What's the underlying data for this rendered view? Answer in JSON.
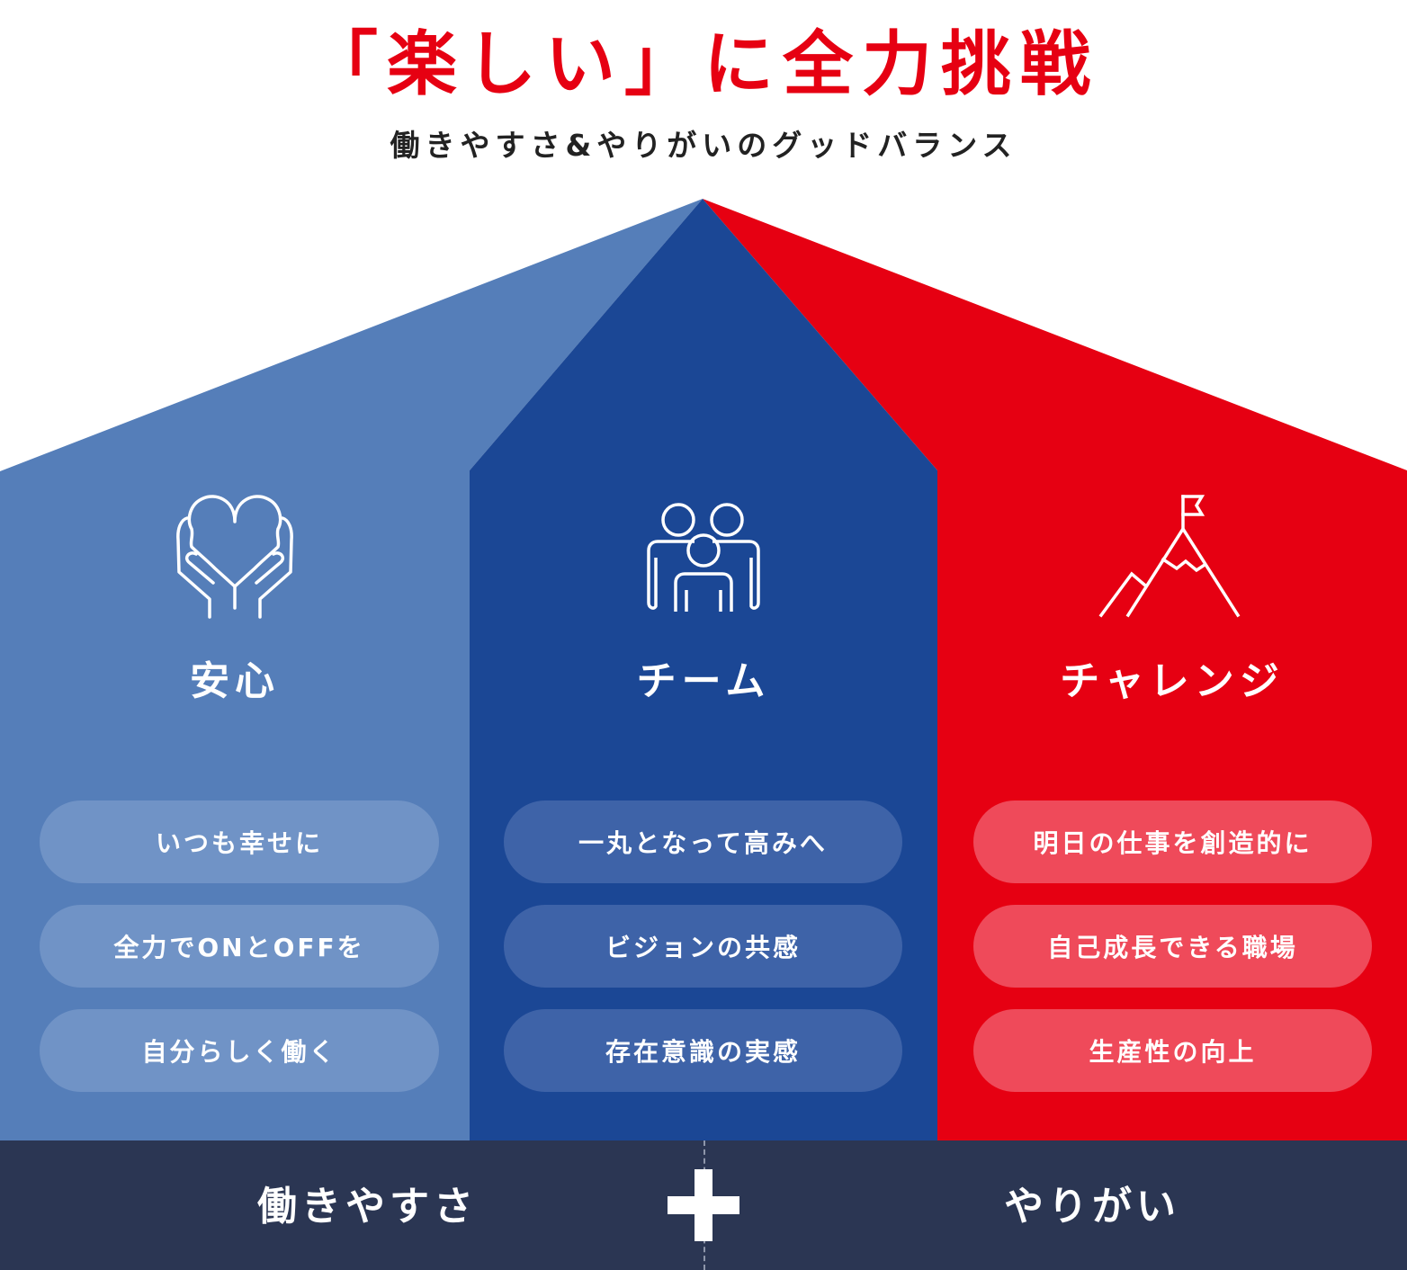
{
  "header": {
    "title": "「楽しい」に全力挑戦",
    "subtitle": "働きやすさ&やりがいのグッドバランス"
  },
  "colors": {
    "accent_red": "#e60012",
    "light_blue": "#557eb9",
    "dark_blue": "#1b4795",
    "footer_navy": "#2b3653"
  },
  "columns": [
    {
      "icon": "heart-in-hands-icon",
      "heading": "安心",
      "items": [
        "いつも幸せに",
        "全力でONとOFFを",
        "自分らしく働く"
      ]
    },
    {
      "icon": "team-people-icon",
      "heading": "チーム",
      "items": [
        "一丸となって高みへ",
        "ビジョンの共感",
        "存在意識の実感"
      ]
    },
    {
      "icon": "mountain-flag-icon",
      "heading": "チャレンジ",
      "items": [
        "明日の仕事を創造的に",
        "自己成長できる職場",
        "生産性の向上"
      ]
    }
  ],
  "footer": {
    "left_label": "働きやすさ",
    "operator": "plus-icon",
    "right_label": "やりがい"
  }
}
